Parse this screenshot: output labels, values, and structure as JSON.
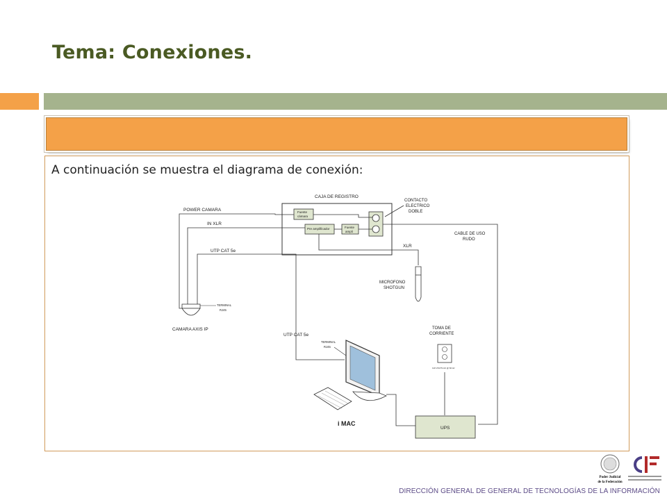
{
  "slide": {
    "title": "Tema: Conexiones.",
    "intro": "A continuación se muestra el diagrama de conexión:",
    "footer": "DIRECCIÓN GENERAL DE GENERAL DE TECNOLOGÍAS DE LA INFORMACIÓN",
    "colors": {
      "accent_orange": "#f4a148",
      "accent_green": "#a5b38d",
      "title": "#4a5a23"
    }
  },
  "diagram": {
    "caja_registro": "CAJA DE REGISTRO",
    "power_camara": "POWER CAMARA",
    "in_xlr": "IN   XLR",
    "utp_cat5e_top": "UTP   CAT 5e",
    "fuente_camara_1": "Fuente",
    "fuente_camara_2": "cámara",
    "pre_amplificador": "Pre amplificador",
    "fuente_ampli_1": "Fuente",
    "fuente_ampli_2": "ampli",
    "contacto_1": "CONTACTO",
    "contacto_2": "ELECTRICO",
    "contacto_3": "DOBLE",
    "cable_uso_1": "CABLE DE USO",
    "cable_uso_2": "RUDO",
    "xlr": "XLR",
    "microfono_1": "MICROFONO",
    "microfono_2": "SHOTGUN",
    "terminal_rj45_cam_1": "TERMINAL",
    "terminal_rj45_cam_2": "RJ45",
    "camara_axis": "CAMARA AXIS IP",
    "utp_cat5e_mid": "UTP CAT 5e",
    "terminal_rj45_mac_1": "TERMINAL",
    "terminal_rj45_mac_2": "RJ45",
    "toma_1": "TOMA DE",
    "toma_2": "CORRIENTE",
    "outlet_note": "110 VOLTS AC @ 60 Hz",
    "imac": "i MAC",
    "ups": "UPS"
  },
  "logos": {
    "pjf_1": "Poder Judicial",
    "pjf_2": "de la Federación",
    "cjf": "CJF"
  }
}
